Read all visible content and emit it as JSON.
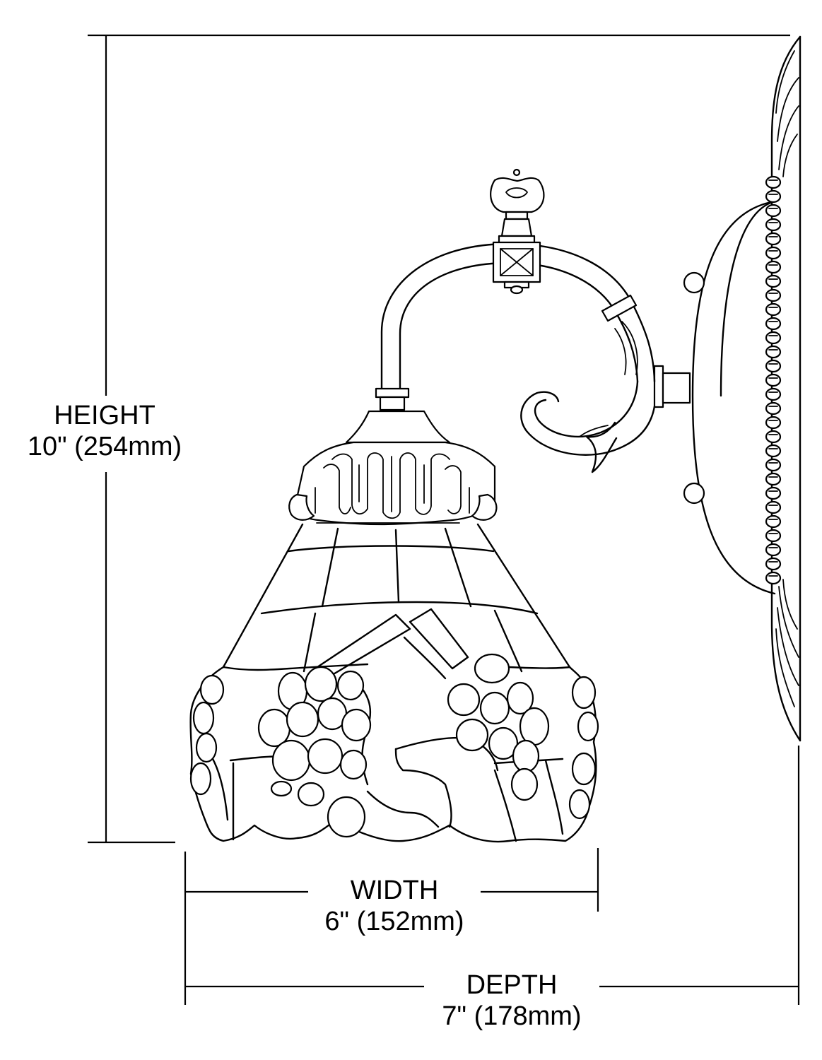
{
  "dimensions": {
    "height": {
      "label": "HEIGHT",
      "value": "10\" (254mm)"
    },
    "width": {
      "label": "WIDTH",
      "value": "6\" (152mm)"
    },
    "depth": {
      "label": "DEPTH",
      "value": "7\" (178mm)"
    }
  },
  "colors": {
    "line": "#000000",
    "background": "#ffffff"
  }
}
